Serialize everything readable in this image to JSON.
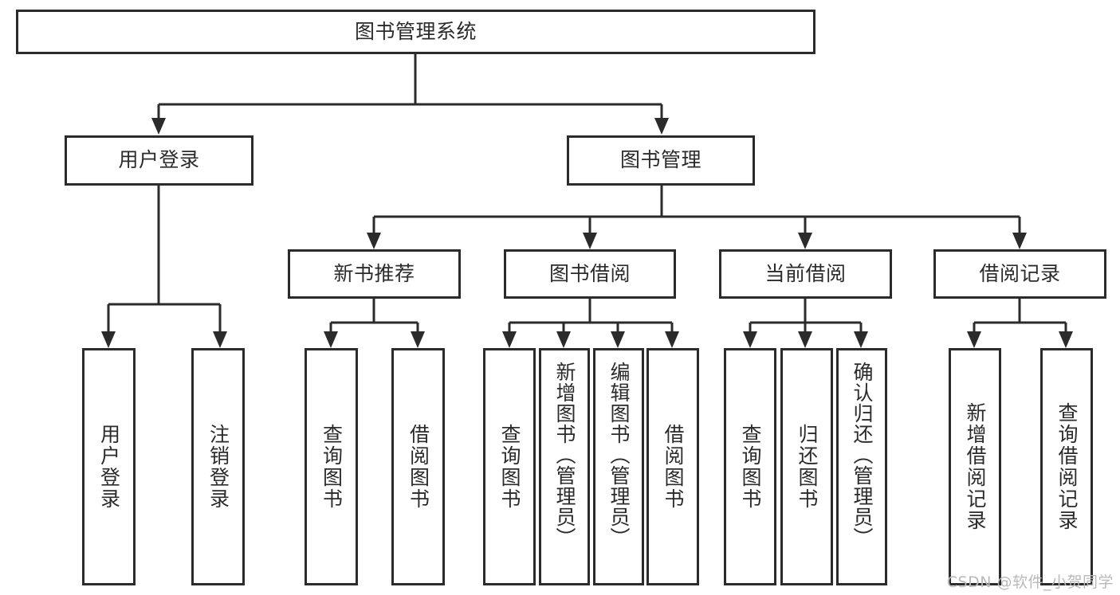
{
  "diagram": {
    "type": "tree-hierarchy",
    "title": "图书管理系统",
    "root": {
      "id": "root",
      "label": "图书管理系统"
    },
    "level2": [
      {
        "id": "user-login",
        "label": "用户登录"
      },
      {
        "id": "book-management",
        "label": "图书管理"
      }
    ],
    "level3": [
      {
        "id": "new-book-recommend",
        "label": "新书推荐",
        "parent": "book-management"
      },
      {
        "id": "book-borrow",
        "label": "图书借阅",
        "parent": "book-management"
      },
      {
        "id": "current-borrow",
        "label": "当前借阅",
        "parent": "book-management"
      },
      {
        "id": "borrow-record",
        "label": "借阅记录",
        "parent": "book-management"
      }
    ],
    "leaves": {
      "user-login": [
        {
          "id": "leaf-user-login",
          "label": "用户登录"
        },
        {
          "id": "leaf-logout-login",
          "label": "注销登录"
        }
      ],
      "new-book-recommend": [
        {
          "id": "leaf-query-book-1",
          "label": "查询图书"
        },
        {
          "id": "leaf-borrow-book-1",
          "label": "借阅图书"
        }
      ],
      "book-borrow": [
        {
          "id": "leaf-query-book-2",
          "label": "查询图书"
        },
        {
          "id": "leaf-add-book",
          "label": "新增图书（管理员）"
        },
        {
          "id": "leaf-edit-book",
          "label": "编辑图书（管理员）"
        },
        {
          "id": "leaf-borrow-book-2",
          "label": "借阅图书"
        }
      ],
      "current-borrow": [
        {
          "id": "leaf-query-book-3",
          "label": "查询图书"
        },
        {
          "id": "leaf-return-book",
          "label": "归还图书"
        },
        {
          "id": "leaf-confirm-return",
          "label": "确认归还（管理员）"
        }
      ],
      "borrow-record": [
        {
          "id": "leaf-add-record",
          "label": "新增借阅记录"
        },
        {
          "id": "leaf-query-record",
          "label": "查询借阅记录"
        }
      ]
    }
  },
  "watermark": {
    "text": "CSDN @软件_小贺同学"
  },
  "colors": {
    "stroke": "#2b2b2b",
    "background": "#ffffff",
    "text": "#2b2b2b",
    "watermark": "#b9b9b9"
  }
}
